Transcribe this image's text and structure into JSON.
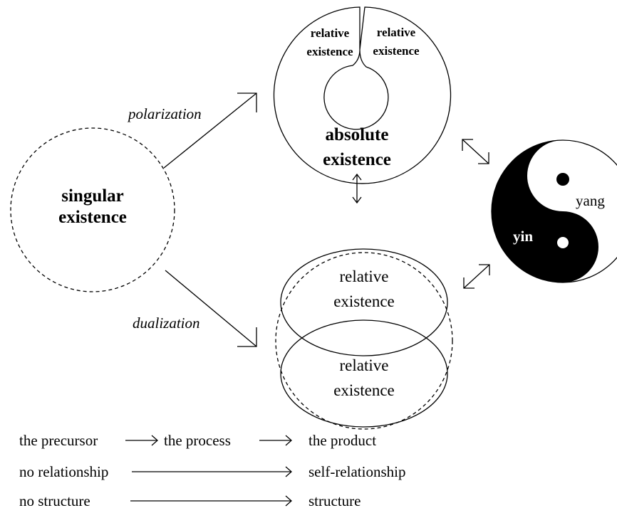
{
  "diagram": {
    "singular": {
      "line1": "singular",
      "line2": "existence"
    },
    "polarization_label": "polarization",
    "dualization_label": "dualization",
    "absolute": {
      "rel_left_line1": "relative",
      "rel_left_line2": "existence",
      "rel_right_line1": "relative",
      "rel_right_line2": "existence",
      "abs_line1": "absolute",
      "abs_line2": "existence"
    },
    "dual": {
      "top_line1": "relative",
      "top_line2": "existence",
      "bottom_line1": "relative",
      "bottom_line2": "existence"
    },
    "yinyang": {
      "yin": "yin",
      "yang": "yang"
    }
  },
  "legend": {
    "row1": {
      "a": "the precursor",
      "b": "the process",
      "c": "the product"
    },
    "row2": {
      "a": "no relationship",
      "c": "self-relationship"
    },
    "row3": {
      "a": "no structure",
      "c": "structure"
    }
  }
}
